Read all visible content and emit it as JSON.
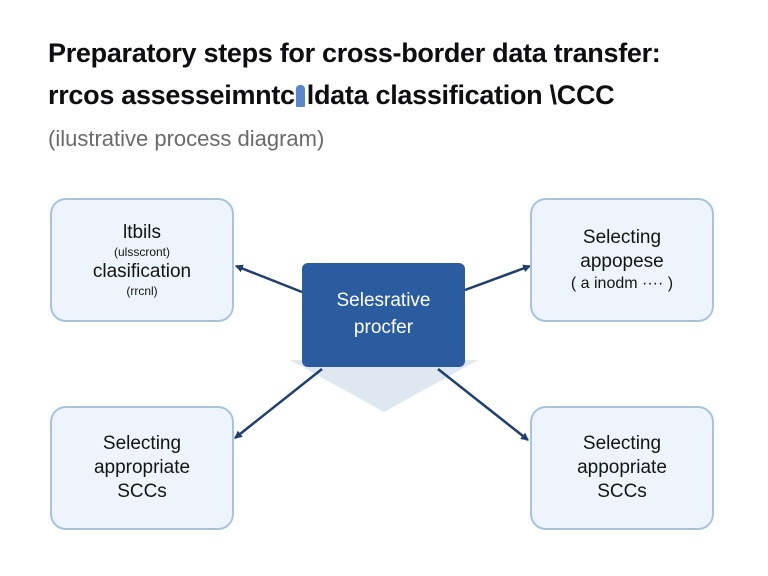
{
  "title": {
    "line1": "Preparatory steps for cross-border data transfer:",
    "line2_part1": "rrcos assesseimnt",
    "line2_part2": "c",
    "line2_part3": "ldata classification \\CCC"
  },
  "subtitle": "(ilustrative process diagram)",
  "center": {
    "line1": "Selesrative",
    "line2": "procfer"
  },
  "boxes": {
    "top_left": {
      "line1": "ltbils",
      "line2": "(ulsscront)",
      "line3": "clasification",
      "line4": "(rrcnl)"
    },
    "top_right": {
      "line1": "Selecting",
      "line2": "appopese",
      "line3": "( a inodm ···· )"
    },
    "bottom_left": {
      "line1": "Selecting",
      "line2": "appropriate",
      "line3": "SCCs"
    },
    "bottom_right": {
      "line1": "Selecting",
      "line2": "appopriate",
      "line3": "SCCs"
    }
  },
  "colors": {
    "center_fill": "#2a5c9f",
    "box_fill": "#eef4fb",
    "box_border": "#a9c3df",
    "arrow": "#1f3f6e",
    "shadow": "#dfe7f1"
  }
}
